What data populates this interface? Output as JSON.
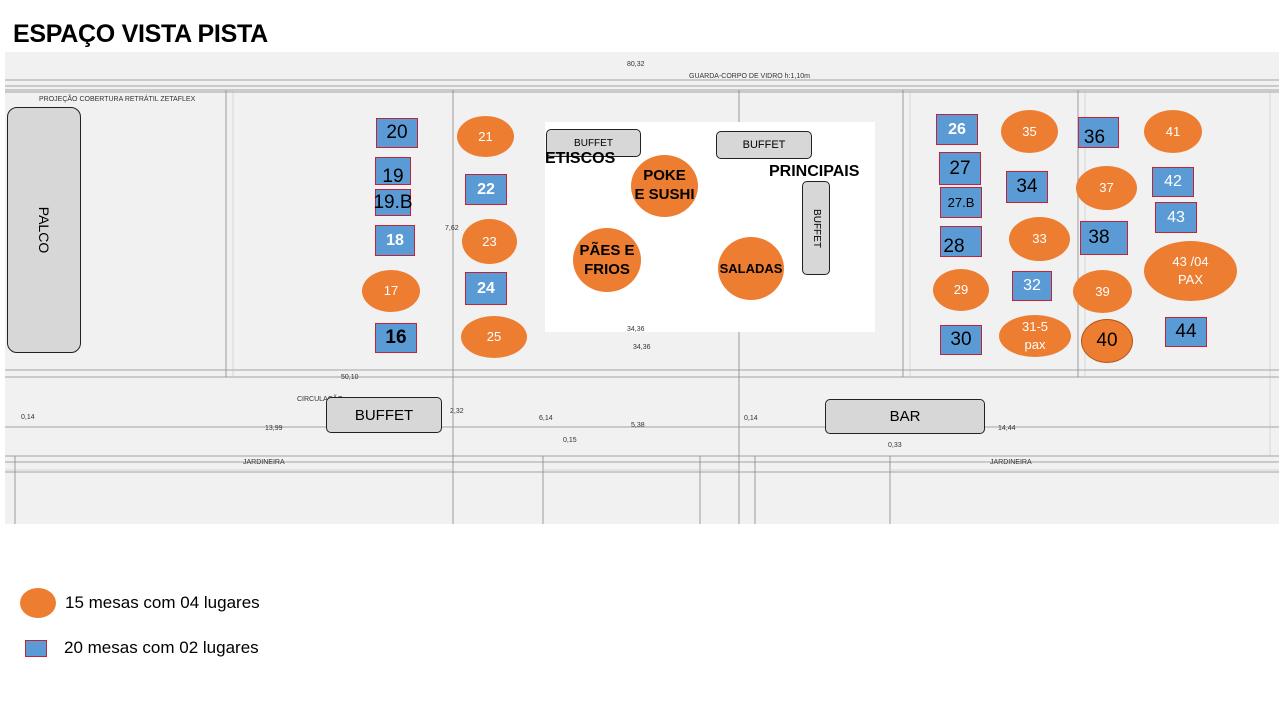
{
  "title": "ESPAÇO VISTA PISTA",
  "plan": {
    "dim_top": "80,32",
    "glass_rail": "GUARDA-CORPO DE VIDRO h:1,10m",
    "roof_projection": "PROJEÇÃO COBERTURA RETRÁTIL ZETAFLEX",
    "planter": "JARDINEIRA",
    "circulation": "CIRCULAÇÃO",
    "dims": [
      "50,10",
      "34,36",
      "34,36",
      "14,44",
      "13,99",
      "6,14",
      "5,38",
      "0,14",
      "0,14",
      "2,32",
      "7,62",
      "0,15",
      "0,33"
    ]
  },
  "stage": "PALCO",
  "buffets": {
    "etiscos": "BUFFET",
    "principais": "BUFFET",
    "vertical": "BUFFET",
    "bottom": "BUFFET",
    "bar": "BAR"
  },
  "zones": {
    "etiscos": "ETISCOS",
    "principais": "PRINCIPAIS",
    "poke": "POKE\nE SUSHI",
    "paes": "PÃES E\nFRIOS",
    "saladas": "SALADAS"
  },
  "square_tables": {
    "t20": "20",
    "t19": "19",
    "t19b": "19.B",
    "t18": "18",
    "t16": "16",
    "t22": "22",
    "t24": "24",
    "t26": "26",
    "t27": "27",
    "t27b": "27.B",
    "t28": "28",
    "t30": "30",
    "t32": "32",
    "t34": "34",
    "t36": "36",
    "t38": "38",
    "t42": "42",
    "t43": "43",
    "t44": "44"
  },
  "round_tables": {
    "t21": "21",
    "t23": "23",
    "t17": "17",
    "t25": "25",
    "t29": "29",
    "t31": "31-5\npax",
    "t33": "33",
    "t35": "35",
    "t37": "37",
    "t39": "39",
    "t40": "40",
    "t41": "41",
    "t43b": "43 /04\nPAX"
  },
  "legend": {
    "round": "15 mesas com 04 lugares",
    "square": "20  mesas com 02 lugares"
  },
  "colors": {
    "round_table": "#ed7d31",
    "square_table": "#5b9bd5",
    "square_border": "#c0243a",
    "fixture": "#d7d7d7"
  }
}
